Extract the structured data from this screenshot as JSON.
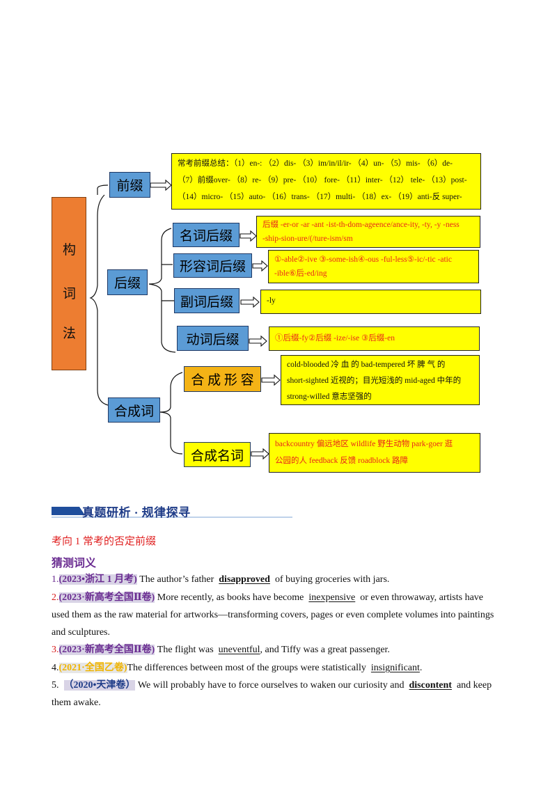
{
  "diagram": {
    "root_chars": [
      "构",
      "词",
      "法"
    ],
    "prefix_label": "前缀",
    "suffix_label": "后缀",
    "compound_label": "合成词",
    "prefix_box": {
      "line1": "常考前缀总结：（1）en-:   （2）dis-  （3）im/in/il/ir- （4）un- （5）mis- （6）de-",
      "line2": "（7）前缀over- （8）re- （9）pre- （10）  fore- （11）inter- （12）  tele- （13）post-",
      "line3": "（14）micro- （15）auto- （16）trans- （17）multi- （18）ex- （19）anti-反 super-"
    },
    "noun_suffix": {
      "label": "名词后缀",
      "line1": "后缀 -er-or  -ar  -ant  -ist-th-dom-ageence/ance-ity, -ty,  -y  -ness",
      "line2": "-ship-sion-ure/(/ture-ism/sm"
    },
    "adj_suffix": {
      "label": "形容词后缀",
      "line1": "①-able②-ive   ③-some-ish④-ous  -ful-less⑤-ic/-tic  -atic",
      "line2": "-ible⑥后-ed/ing"
    },
    "adv_suffix": {
      "label": "副词后缀",
      "text": "-ly"
    },
    "verb_suffix": {
      "label": "动词后缀",
      "text": "①后缀-fy②后缀    -ize/-ise  ③后缀-en"
    },
    "compound_adj": {
      "label": "合 成 形 容",
      "line1": "cold-blooded   冷 血 的   bad-tempered   坏 脾 气 的",
      "line2": "short-sighted 近视的；目光短浅的 mid-aged  中年的",
      "line3": "strong-willed  意志坚强的"
    },
    "compound_noun": {
      "label": "合成名词",
      "line1": "backcountry  偏远地区    wildlife 野生动物 park-goer  逛",
      "line2": "公园的人    feedback     反馈     roadblock    路障"
    }
  },
  "section": {
    "banner": "真题研析 · 规律探寻",
    "direction": "考向 1  常考的否定前缀",
    "subheading": "猜测词义"
  },
  "questions": [
    {
      "num": "1.",
      "source": "(2023•浙江 1 月考)",
      "before": " The author’s father  ",
      "word": "disapproved",
      "after": "  of buying groceries with jars."
    },
    {
      "num": "2.",
      "source": "(2023·新高考全国Ⅱ卷)",
      "before": " More recently, as books have become  ",
      "word": "inexpensive",
      "after": "  or even throwaway, artists have"
    },
    {
      "num": "3.",
      "source": "(2023·新高考全国Ⅱ卷)",
      "before": " The flight was  ",
      "word": "uneventful",
      "after": ", and Tiffy was a great passenger."
    },
    {
      "num": "4.",
      "source": "(2021·全国乙卷)",
      "before": "The differences between most of the groups were statistically  ",
      "word": "insignificant",
      "after": "."
    },
    {
      "num": "5.",
      "source": "（2020•天津卷）",
      "before": " We will probably have to force ourselves to waken our curiosity and  ",
      "word": "discontent",
      "after": "  and keep"
    }
  ],
  "continuations": {
    "q2_line2": "used them as the raw material for artworks—transforming covers, pages or even complete volumes into paintings",
    "q2_line3": "and sculptures.",
    "q5_line2": "them awake."
  },
  "colors": {
    "root": "#ed7d31",
    "node_blue": "#5b9bd5",
    "node_gold": "#f4b316",
    "leaf_yellow": "#ffff00",
    "red_text": "#e8261a",
    "banner_blue": "#1f4e9c"
  }
}
